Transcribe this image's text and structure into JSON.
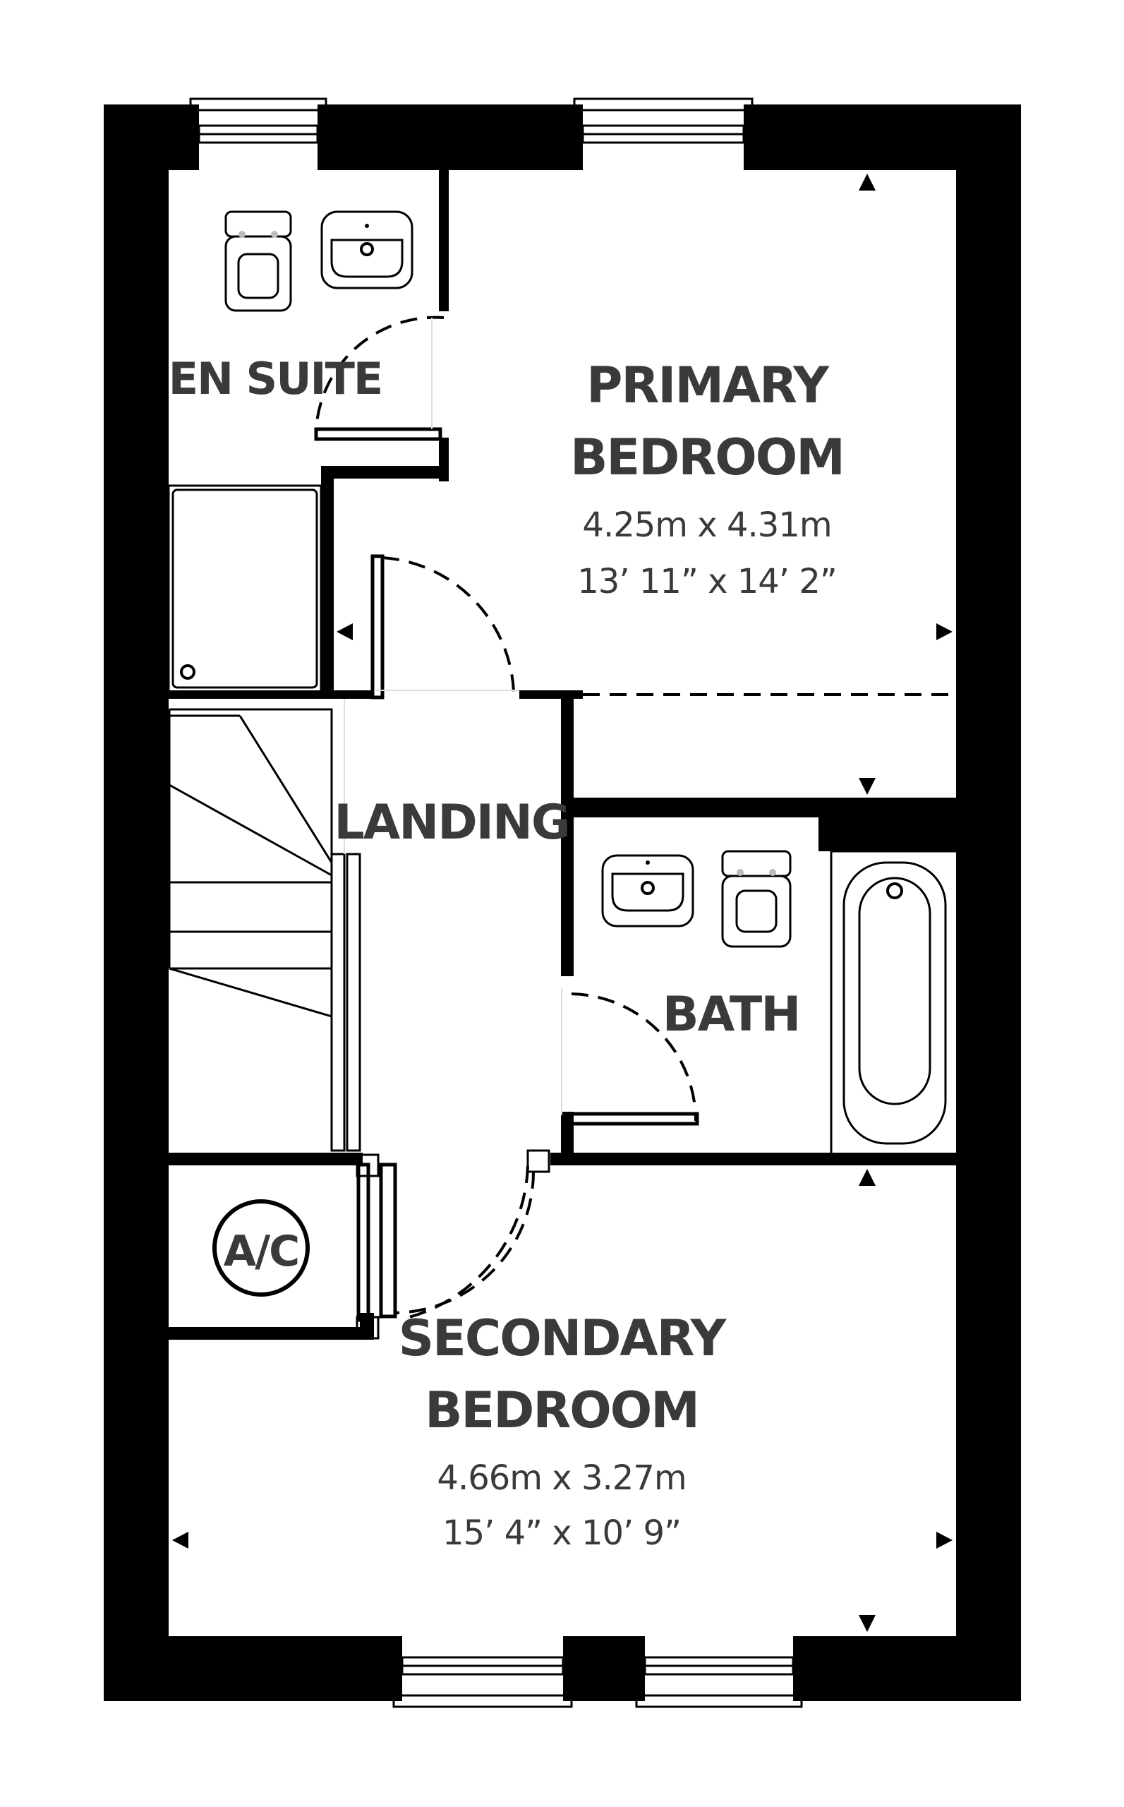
{
  "rooms": {
    "en_suite": {
      "name": "EN SUITE"
    },
    "primary_bedroom": {
      "name_line1": "PRIMARY",
      "name_line2": "BEDROOM",
      "metric": "4.25m x 4.31m",
      "imperial": "13’ 11” x 14’ 2”"
    },
    "landing": {
      "name": "LANDING"
    },
    "bath": {
      "name": "BATH"
    },
    "airing_cupboard": {
      "label": "A/C"
    },
    "secondary_bedroom": {
      "name_line1": "SECONDARY",
      "name_line2": "BEDROOM",
      "metric": "4.66m x 3.27m",
      "imperial": "15’ 4” x 10’ 9”"
    }
  },
  "icons": {
    "toilet": "toilet-icon",
    "sink": "sink-icon",
    "shower": "shower-tray-icon",
    "bathtub": "bathtub-icon",
    "staircase": "staircase-icon",
    "window": "window-icon",
    "door_swing": "door-swing-icon",
    "dimension_arrow": "dimension-arrow-icon"
  },
  "colors": {
    "wall": "#000000",
    "text": "#3a3a3a",
    "background": "#ffffff"
  }
}
